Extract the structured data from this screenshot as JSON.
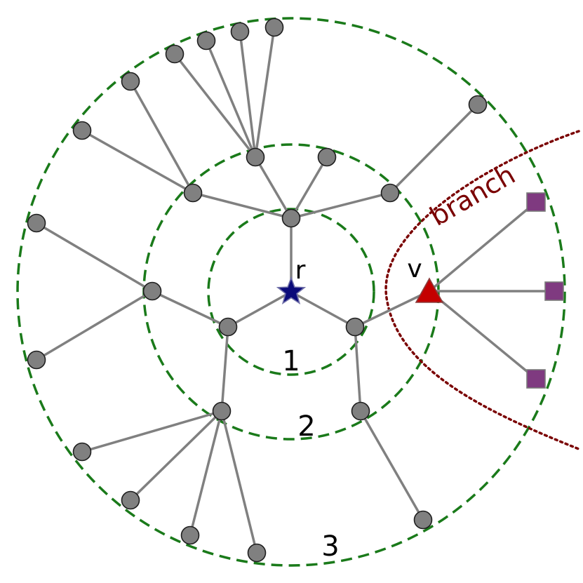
{
  "labels": {
    "root": "r",
    "vertex": "v",
    "branch": "branch",
    "ring1": "1",
    "ring2": "2",
    "ring3": "3"
  },
  "colors": {
    "ring": "#1a7a1a",
    "edge": "#808080",
    "node": "#808080",
    "root": "#0a0a7a",
    "vertex": "#c40000",
    "branch_leaf": "#7f3a80",
    "branch_curve": "#7a0000"
  }
}
